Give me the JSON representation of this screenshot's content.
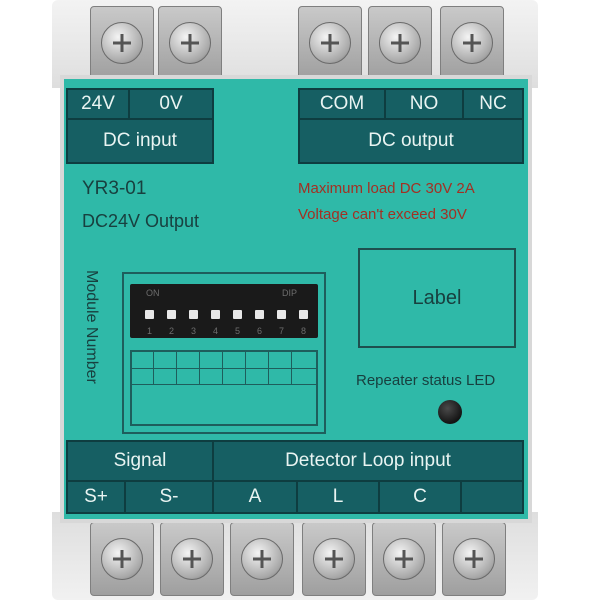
{
  "top_terminals": {
    "left": [
      "24V",
      "0V"
    ],
    "right": [
      "COM",
      "NO",
      "NC"
    ],
    "dc_input": "DC input",
    "dc_output": "DC output"
  },
  "model": {
    "name": "YR3-01",
    "output": "DC24V Output"
  },
  "warnings": {
    "line1": "Maximum load DC 30V 2A",
    "line2": "Voltage can't exceed 30V"
  },
  "module_number": "Module Number",
  "dip": {
    "on": "ON",
    "dip": "DIP",
    "numbers": [
      "1",
      "2",
      "3",
      "4",
      "5",
      "6",
      "7",
      "8"
    ]
  },
  "label_box": "Label",
  "led_label": "Repeater status LED",
  "bottom_terminals": {
    "signal": "Signal",
    "detector_loop": "Detector Loop input",
    "pins": [
      "S+",
      "S-",
      "A",
      "L",
      "C",
      ""
    ]
  },
  "colors": {
    "panel": "#2fb9a8",
    "cell": "#165f63",
    "warning_text": "#a33023"
  }
}
